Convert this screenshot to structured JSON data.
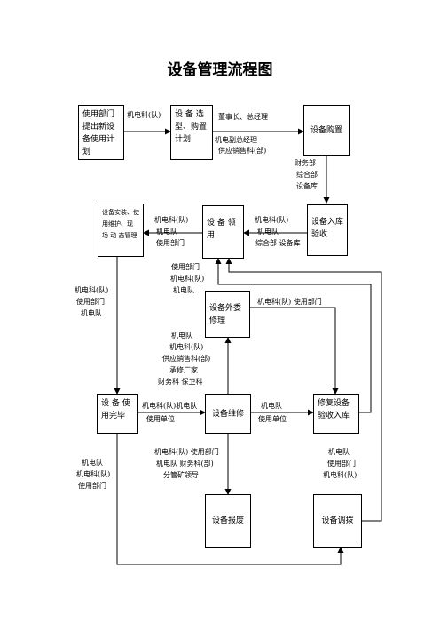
{
  "title": "设备管理流程图",
  "boxes": {
    "plan": "使用部门提出新设备使用计划",
    "select": "设 备 选型、购置计划",
    "purchase": "设备购置",
    "instore": "设备入库验收",
    "requisition": "设 备 领用",
    "install": "设备安装、使用维护、现 场 动 态管理",
    "outsource": "设备外委修理",
    "use_done": "设 备 使用完毕",
    "repair": "设备维修",
    "restore": "修复设备验收入库",
    "scrap": "设备报废",
    "transfer": "设备调拨"
  },
  "labels": {
    "plan_to_select": "机电科(队)",
    "select_to_purchase_1": "董事长、总经理",
    "select_to_purchase_2": "机电副总经理",
    "select_to_purchase_3": "供应销售科(部)",
    "purchase_to_instore": [
      "财务部",
      "综合部",
      "设备库"
    ],
    "instore_to_req_1": "机电科(队)",
    "instore_to_req_2": "机电队",
    "instore_to_req_3": "综合部 设备库",
    "req_to_install_1": "机电科(队)",
    "req_to_install_2": "机电队",
    "req_to_install_3": "使用部门",
    "return_req_1": "使用部门",
    "return_req_2": "机电科(队)",
    "return_req_3": "机电队",
    "install_to_use_1": "机电科(队)",
    "install_to_use_2": "使用部门",
    "install_to_use_3": "机电队",
    "outsource_to_restore": "机电科(队) 使用部门",
    "repair_to_outsource_1": "机电队",
    "repair_to_outsource_2": "机电科(队)",
    "repair_to_outsource_3": "供应销售科(部)",
    "repair_to_outsource_4": "承修厂家",
    "repair_to_outsource_5": "财务科 保卫科",
    "use_to_repair_1": "机电科(队)机电队",
    "use_to_repair_2": "使用单位",
    "repair_to_restore_1": "机电队",
    "repair_to_restore_2": "使用单位",
    "repair_to_scrap_1": "机电科(队) 使用部门",
    "repair_to_scrap_2": "机电队 财务科(部)",
    "repair_to_scrap_3": "分管矿领导",
    "use_to_transfer_1": "机电队",
    "use_to_transfer_2": "机电科(队)",
    "use_to_transfer_3": "使用部门",
    "restore_to_transfer_1": "机电队",
    "restore_to_transfer_2": "使用部门",
    "restore_to_transfer_3": "机电科(队)"
  }
}
